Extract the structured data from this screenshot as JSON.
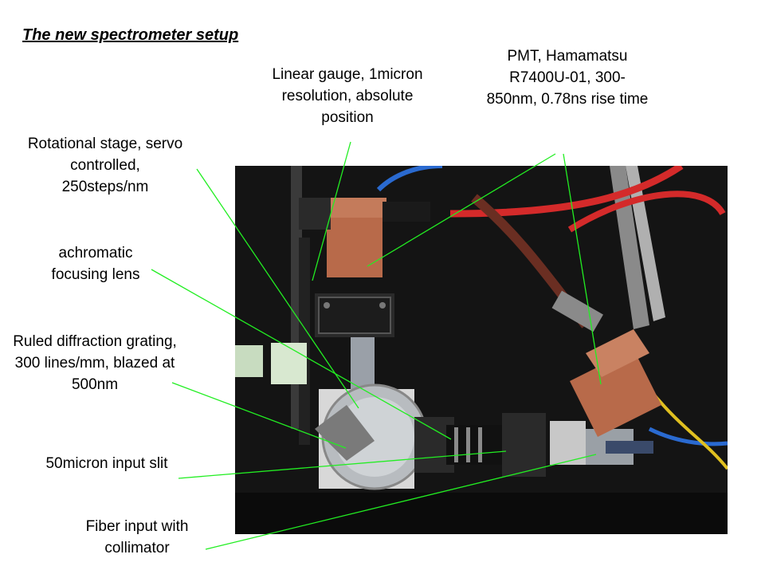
{
  "title": "The new spectrometer setup",
  "labels": {
    "linear_gauge": "Linear gauge, 1micron resolution, absolute position",
    "pmt": "PMT, Hamamatsu R7400U-01, 300-850nm, 0.78ns rise time",
    "rotational_stage": "Rotational stage, servo controlled, 250steps/nm",
    "achromatic_lens": "achromatic focusing lens",
    "diffraction_grating": "Ruled diffraction grating, 300 lines/mm, blazed at 500nm",
    "input_slit": "50micron input slit",
    "fiber_input": "Fiber input with collimator"
  },
  "colors": {
    "leader_line": "#22ee22",
    "photo_background": "#141414",
    "copper": "#b86a4a",
    "red_cable": "#d42a2a",
    "brown_cable": "#6a2e22",
    "blue_cable": "#2a6ad0"
  }
}
